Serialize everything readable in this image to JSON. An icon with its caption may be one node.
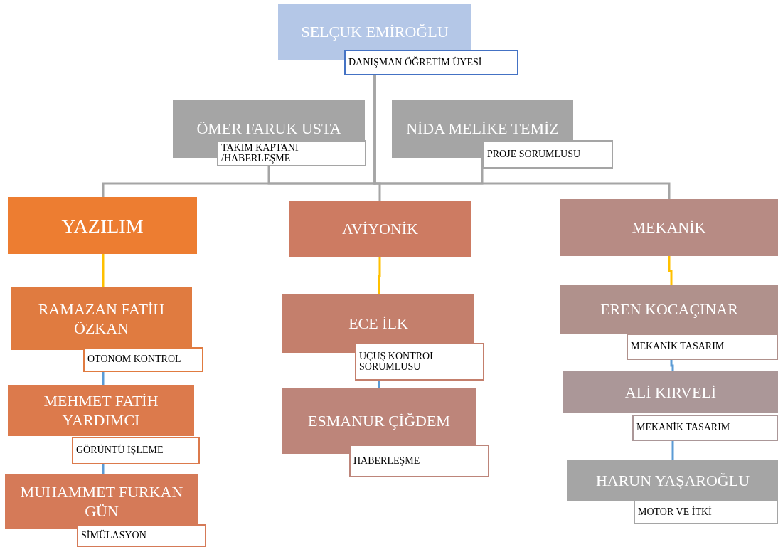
{
  "diagram": {
    "nodes": [
      {
        "text": [
          "SELÇUK EMİROĞLU",
          "DANIŞMAN ÖĞRETİM  ÜYESİ"
        ]
      },
      {
        "text": [
          "ÖMER FARUK USTA",
          "TAKIM KAPTANI /HABERLEŞME"
        ]
      },
      {
        "text": [
          "NİDA MELİKE TEMİZ",
          "PROJE SORUMLUSU"
        ]
      },
      {
        "text": [
          "YAZILIM"
        ]
      },
      {
        "text": [
          "AVİYONİK"
        ]
      },
      {
        "text": [
          "MEKANİK"
        ]
      },
      {
        "text": [
          "RAMAZAN FATİH ÖZKAN",
          "OTONOM KONTROL"
        ]
      },
      {
        "text": [
          "MEHMET FATİH YARDIMCI",
          "GÖRÜNTÜ İŞLEME"
        ]
      },
      {
        "text": [
          "MUHAMMET FURKAN GÜN",
          "SİMÜLASYON"
        ]
      },
      {
        "text": [
          "ECE İLK",
          "UÇUŞ KONTROL SORUMLUSU"
        ]
      },
      {
        "text": [
          "ESMANUR ÇİĞDEM",
          "HABERLEŞME"
        ]
      },
      {
        "text": [
          "EREN KOCAÇINAR",
          "MEKANİK TASARIM"
        ]
      },
      {
        "text": [
          "ALİ KIRVELİ",
          "MEKANİK TASARIM"
        ]
      },
      {
        "text": [
          "HARUN YAŞAROĞLU",
          "MOTOR VE İTKİ"
        ]
      }
    ],
    "edges": [
      {
        "from": 0,
        "to": 1,
        "arrow": "none"
      },
      {
        "from": 0,
        "to": 2,
        "arrow": "none"
      },
      {
        "from": 0,
        "to": 3,
        "arrow": "none"
      },
      {
        "from": 0,
        "to": 4,
        "arrow": "none"
      },
      {
        "from": 0,
        "to": 5,
        "arrow": "none"
      },
      {
        "from": 3,
        "to": 6,
        "arrow": "none",
        "color": "#ffc000"
      },
      {
        "from": 6,
        "to": 7,
        "arrow": "none",
        "color": "#5b9bd5"
      },
      {
        "from": 7,
        "to": 8,
        "arrow": "none",
        "color": "#5b9bd5"
      },
      {
        "from": 4,
        "to": 9,
        "arrow": "none",
        "color": "#ffc000"
      },
      {
        "from": 9,
        "to": 10,
        "arrow": "none",
        "color": "#5b9bd5"
      },
      {
        "from": 5,
        "to": 11,
        "arrow": "none",
        "color": "#ffc000"
      },
      {
        "from": 11,
        "to": 12,
        "arrow": "none",
        "color": "#5b9bd5"
      },
      {
        "from": 12,
        "to": 13,
        "arrow": "none",
        "color": "#5b9bd5"
      }
    ]
  }
}
